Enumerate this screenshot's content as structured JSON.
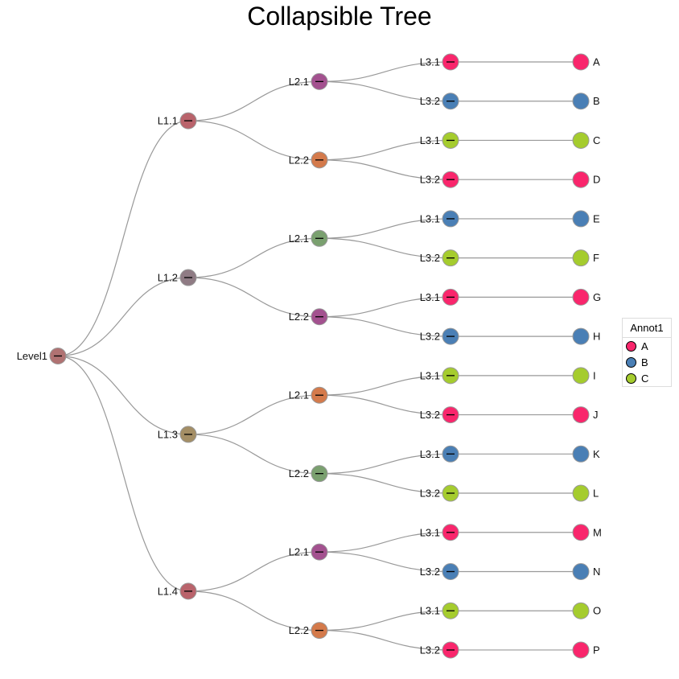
{
  "title": "Collapsible Tree",
  "colors": {
    "link": "#999999",
    "A": "#f9266c",
    "B": "#4a7fb5",
    "C": "#a5cc2e"
  },
  "tree": {
    "name": "Level1",
    "color": "#b07272",
    "children": [
      {
        "name": "L1.1",
        "color": "#b9636b",
        "children": [
          {
            "name": "L2.1",
            "color": "#a3518f",
            "children": [
              {
                "name": "L3.1",
                "annot": "A",
                "leaf": "A"
              },
              {
                "name": "L3.2",
                "annot": "B",
                "leaf": "B"
              }
            ]
          },
          {
            "name": "L2.2",
            "color": "#d47a4b",
            "children": [
              {
                "name": "L3.1",
                "annot": "C",
                "leaf": "C"
              },
              {
                "name": "L3.2",
                "annot": "A",
                "leaf": "D"
              }
            ]
          }
        ]
      },
      {
        "name": "L1.2",
        "color": "#8f7b84",
        "children": [
          {
            "name": "L2.1",
            "color": "#7aa06f",
            "children": [
              {
                "name": "L3.1",
                "annot": "B",
                "leaf": "E"
              },
              {
                "name": "L3.2",
                "annot": "C",
                "leaf": "F"
              }
            ]
          },
          {
            "name": "L2.2",
            "color": "#a3518f",
            "children": [
              {
                "name": "L3.1",
                "annot": "A",
                "leaf": "G"
              },
              {
                "name": "L3.2",
                "annot": "B",
                "leaf": "H"
              }
            ]
          }
        ]
      },
      {
        "name": "L1.3",
        "color": "#a48e65",
        "children": [
          {
            "name": "L2.1",
            "color": "#d47a4b",
            "children": [
              {
                "name": "L3.1",
                "annot": "C",
                "leaf": "I"
              },
              {
                "name": "L3.2",
                "annot": "A",
                "leaf": "J"
              }
            ]
          },
          {
            "name": "L2.2",
            "color": "#7aa06f",
            "children": [
              {
                "name": "L3.1",
                "annot": "B",
                "leaf": "K"
              },
              {
                "name": "L3.2",
                "annot": "C",
                "leaf": "L"
              }
            ]
          }
        ]
      },
      {
        "name": "L1.4",
        "color": "#b9636b",
        "children": [
          {
            "name": "L2.1",
            "color": "#a3518f",
            "children": [
              {
                "name": "L3.1",
                "annot": "A",
                "leaf": "M"
              },
              {
                "name": "L3.2",
                "annot": "B",
                "leaf": "N"
              }
            ]
          },
          {
            "name": "L2.2",
            "color": "#d47a4b",
            "children": [
              {
                "name": "L3.1",
                "annot": "C",
                "leaf": "O"
              },
              {
                "name": "L3.2",
                "annot": "A",
                "leaf": "P"
              }
            ]
          }
        ]
      }
    ]
  },
  "legend": {
    "title": "Annot1",
    "items": [
      {
        "label": "A",
        "key": "A"
      },
      {
        "label": "B",
        "key": "B"
      },
      {
        "label": "C",
        "key": "C"
      }
    ]
  }
}
